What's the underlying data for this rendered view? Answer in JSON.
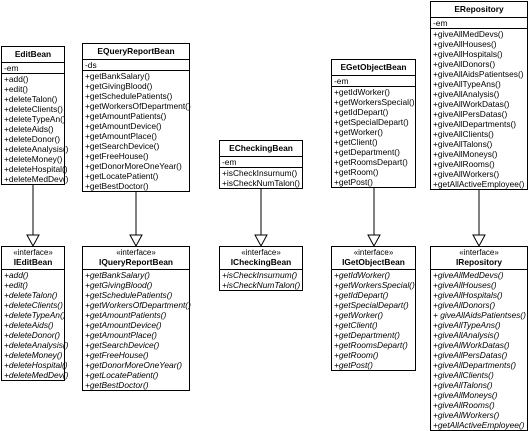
{
  "classes": {
    "editbean": {
      "name": "EditBean",
      "attributes": [
        "-em"
      ],
      "operations": [
        "+add()",
        "+edit()",
        "+deleteTalon()",
        "+deleteClients()",
        "+deleteTypeAn()",
        "+deleteAids()",
        "+deleteDonor()",
        "+deleteAnalysis()",
        "+deleteMoney()",
        "+deleteHospital()",
        "+deleteMedDev()"
      ]
    },
    "equeryreportbean": {
      "name": "EQueryReportBean",
      "attributes": [
        "-ds"
      ],
      "operations": [
        "+getBankSalary()",
        "+getGivingBlood()",
        "+getSchedulePatients()",
        "+getWorkersOfDepartment()",
        "+getAmountPatients()",
        "+getAmountDevice()",
        "+getAmountPlace()",
        "+getSearchDevice()",
        "+getFreeHouse()",
        "+getDonorMoreOneYear()",
        "+getLocatePatient()",
        "+getBestDoctor()"
      ]
    },
    "echeckingbean": {
      "name": "ECheckingBean",
      "attributes": [
        "-em"
      ],
      "operations": [
        "+isCheckInsurnum()",
        "+isCheckNumTalon()"
      ]
    },
    "egetobjectbean": {
      "name": "EGetObjectBean",
      "attributes": [
        "-em"
      ],
      "operations": [
        "+getIdWorker()",
        "+getWorkersSpecial()",
        "+getIdDepart()",
        "+getSpecialDepart()",
        "+getWorker()",
        "+getClient()",
        "+getDepartment()",
        "+getRoomsDepart()",
        "+getRoom()",
        "+getPost()"
      ]
    },
    "erepository": {
      "name": "ERepository",
      "attributes": [
        "-em"
      ],
      "operations": [
        "+giveAllMedDevs()",
        "+giveAllHouses()",
        "+giveAllHospitals()",
        "+giveAllDonors()",
        "+giveAllAidsPatientses()",
        "+giveAllTypeAns()",
        "+giveAllAnalysis()",
        "+giveAllWorkDatas()",
        "+giveAllPersDatas()",
        "+giveAllDepartments()",
        "+giveAllClients()",
        "+giveAllTalons()",
        "+giveAllMoneys()",
        "+giveAllRooms()",
        "+giveAllWorkers()",
        "+getAllActiveEmployee()"
      ]
    },
    "ieditbean": {
      "stereotype": "«interface»",
      "name": "IEditBean",
      "operations": [
        "+add()",
        "+edit()",
        "+deleteTalon()",
        "+deleteClients()",
        "+deleteTypeAn()",
        "+deleteAids()",
        "+deleteDonor()",
        "+deleteAnalysis()",
        "+deleteMoney()",
        "+deleteHospital()",
        "+deleteMedDev()"
      ]
    },
    "iqueryreportbean": {
      "stereotype": "«interface»",
      "name": "IQueryReportBean",
      "operations": [
        "+getBankSalary()",
        "+getGivingBlood()",
        "+getSchedulePatients()",
        "+getWorkersOfDepartment()",
        "+getAmountPatients()",
        "+getAmountDevice()",
        "+getAmountPlace()",
        "+getSearchDevice()",
        "+getFreeHouse()",
        "+getDonorMoreOneYear()",
        "+getLocatePatient()",
        "+getBestDoctor()"
      ]
    },
    "icheckingbean": {
      "stereotype": "«interface»",
      "name": "ICheckingBean",
      "operations": [
        "+isCheckInsurnum()",
        "+isCheckNumTalon()"
      ]
    },
    "igetobjectbean": {
      "stereotype": "«interface»",
      "name": "IGetObjectBean",
      "operations": [
        "+getIdWorker()",
        "+getWorkersSpecial()",
        "+getIdDepart()",
        "+getSpecialDepart()",
        "+getWorker()",
        "+getClient()",
        "+getDepartment()",
        "+getRoomsDepart()",
        "+getRoom()",
        "+getPost()"
      ]
    },
    "irepository": {
      "stereotype": "«interface»",
      "name": "IRepository",
      "operations": [
        "+giveAllMedDevs()",
        "+giveAllHouses()",
        "+giveAllHospitals()",
        "+giveAllDonors()",
        "+ giveAllAidsPatientses()",
        "+giveAllTypeAns()",
        "+giveAllAnalysis()",
        "+giveAllWorkDatas()",
        "+giveAllPersDatas()",
        "+giveAllDepartments()",
        "+giveAllClients()",
        "+giveAllTalons()",
        "+giveAllMoneys()",
        "+giveAllRooms()",
        "+giveAllWorkers()",
        "+getAllActiveEmployee()"
      ]
    }
  }
}
